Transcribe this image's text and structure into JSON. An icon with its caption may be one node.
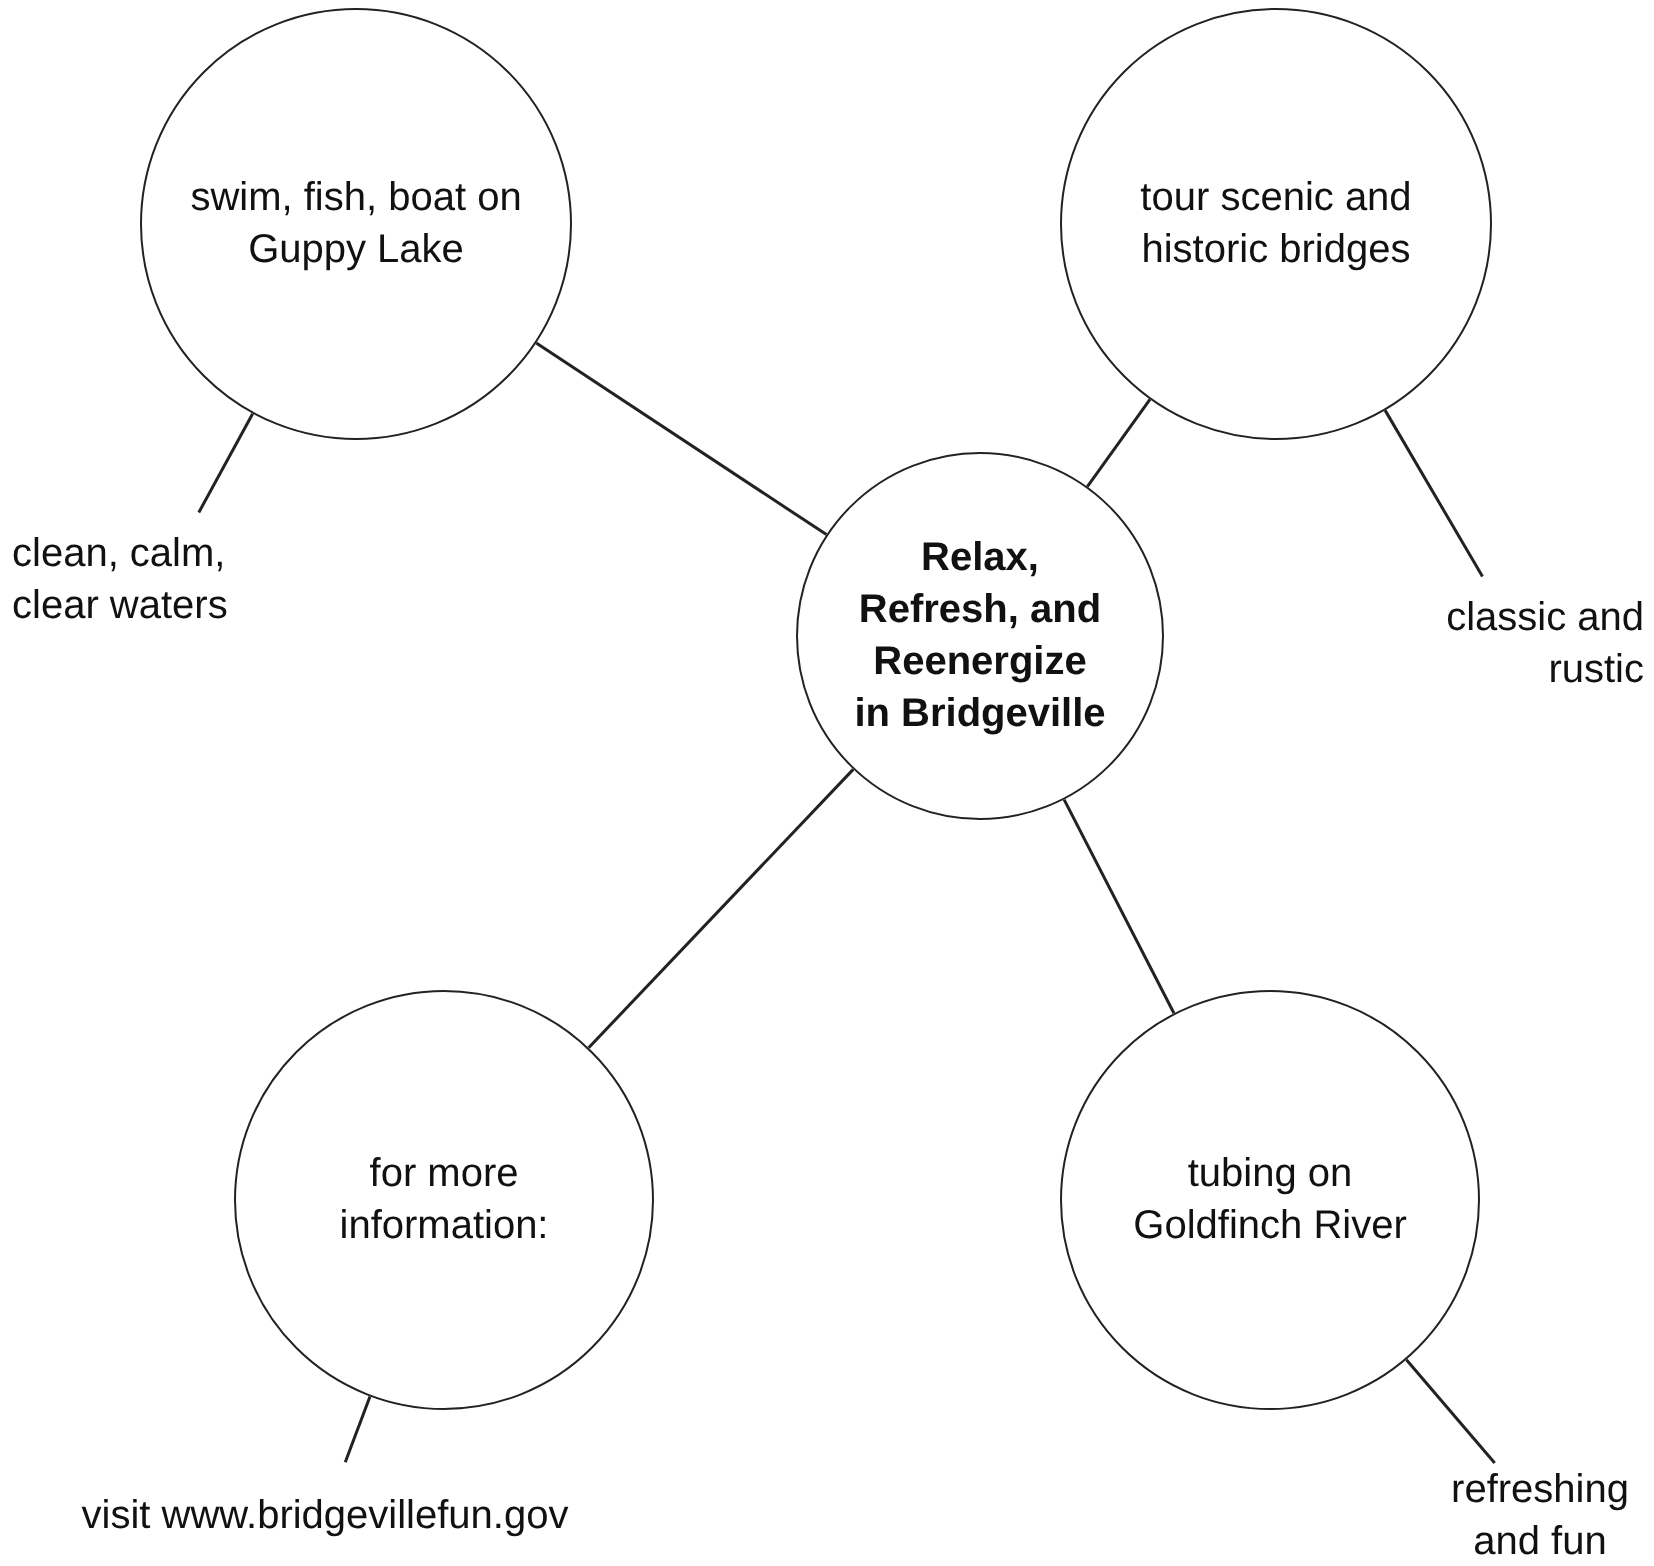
{
  "diagram": {
    "nodes": [
      {
        "text": [
          "Relax, Refresh, and Reenergize in Bridgeville"
        ]
      },
      {
        "text": [
          "swim, fish, boat on Guppy Lake"
        ]
      },
      {
        "text": [
          "clean, calm, clear waters"
        ]
      },
      {
        "text": [
          "tour scenic and historic bridges"
        ]
      },
      {
        "text": [
          "classic and rustic"
        ]
      },
      {
        "text": [
          "for more information:"
        ]
      },
      {
        "text": [
          "visit www.bridgevillefun.gov"
        ]
      },
      {
        "text": [
          "tubing on Goldfinch River"
        ]
      },
      {
        "text": [
          "refreshing and fun"
        ]
      }
    ],
    "edges": [
      {
        "from": 0,
        "to": 1,
        "arrow": "none"
      },
      {
        "from": 1,
        "to": 2,
        "arrow": "none"
      },
      {
        "from": 0,
        "to": 3,
        "arrow": "none"
      },
      {
        "from": 3,
        "to": 4,
        "arrow": "none"
      },
      {
        "from": 0,
        "to": 5,
        "arrow": "none"
      },
      {
        "from": 5,
        "to": 6,
        "arrow": "none"
      },
      {
        "from": 0,
        "to": 7,
        "arrow": "none"
      },
      {
        "from": 7,
        "to": 8,
        "arrow": "none"
      }
    ]
  }
}
